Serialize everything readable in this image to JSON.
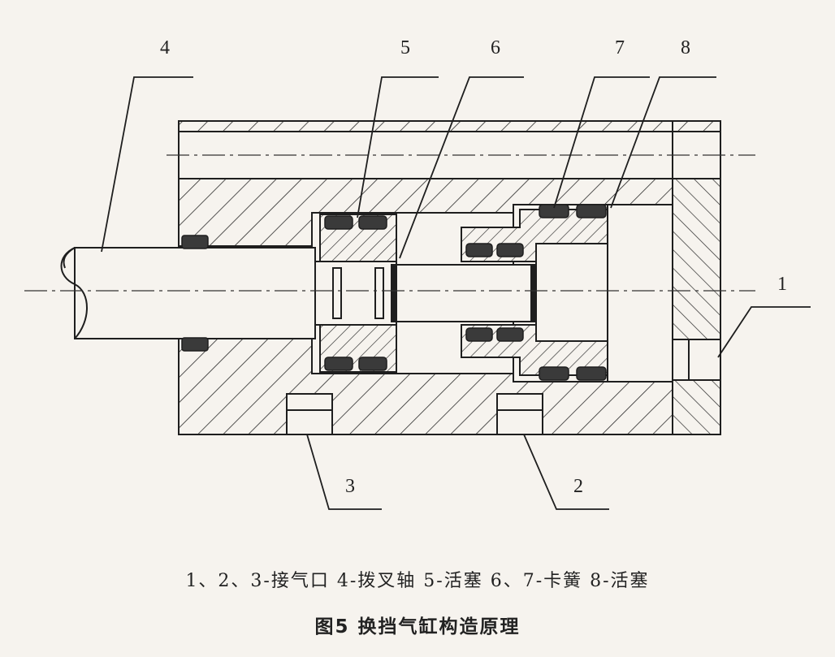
{
  "figure": {
    "labels": {
      "l1": "1",
      "l2": "2",
      "l3": "3",
      "l4": "4",
      "l5": "5",
      "l6": "6",
      "l7": "7",
      "l8": "8"
    },
    "legend": "1、2、3-接气口  4-拨叉轴  5-活塞  6、7-卡簧  8-活塞",
    "title": "图5  换挡气缸构造原理"
  }
}
